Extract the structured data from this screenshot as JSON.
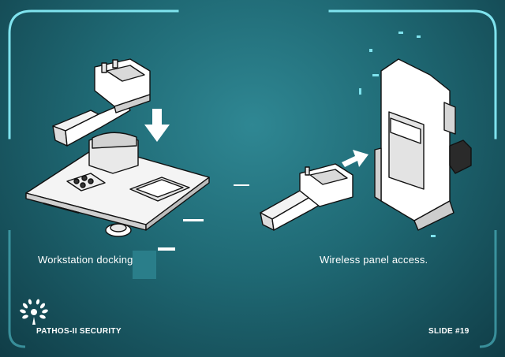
{
  "slide": {
    "caption_left": "Workstation docking.",
    "caption_right": "Wireless panel access.",
    "brand": "PATHOS-II SECURITY",
    "slide_number": "SLIDE #19"
  },
  "colors": {
    "frame": "#7fe3ee",
    "background": "#1f6974",
    "text": "#ffffff"
  },
  "icons": {
    "logo": "wreath-emblem-icon",
    "dock_arrow": "arrow-down-icon",
    "wireless_arrow": "arrow-right-icon"
  }
}
